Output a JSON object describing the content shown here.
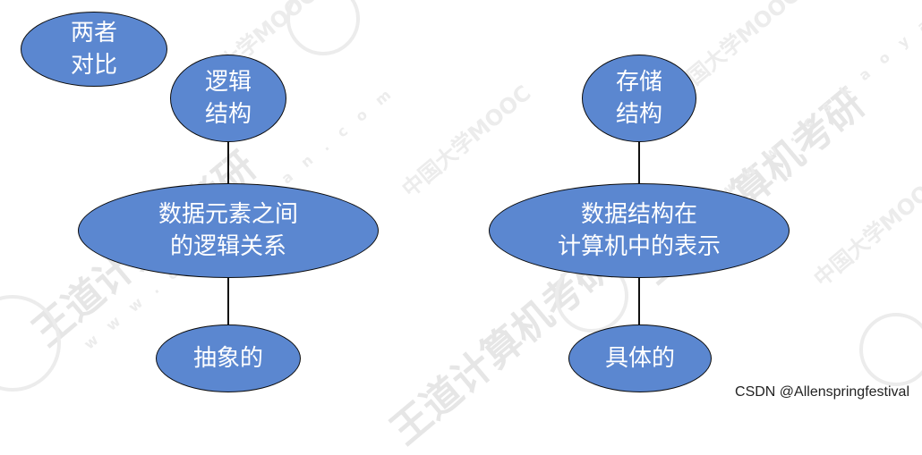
{
  "watermark": {
    "publisher": "王道计算机考研",
    "platform": "中国大学MOOC",
    "site": "w w w . c s k a o y a n . c o m"
  },
  "nodes": {
    "compare": [
      "两者",
      "对比"
    ],
    "logical_title": [
      "逻辑",
      "结构"
    ],
    "logical_desc": [
      "数据元素之间",
      "的逻辑关系"
    ],
    "logical_kind": [
      "抽象的"
    ],
    "storage_title": [
      "存储",
      "结构"
    ],
    "storage_desc": [
      "数据结构在",
      "计算机中的表示"
    ],
    "storage_kind": [
      "具体的"
    ]
  },
  "credit": "CSDN @Allenspringfestival",
  "colors": {
    "node_fill": "#5b87d0",
    "node_border": "#0b0b0b",
    "connector": "#111111"
  }
}
